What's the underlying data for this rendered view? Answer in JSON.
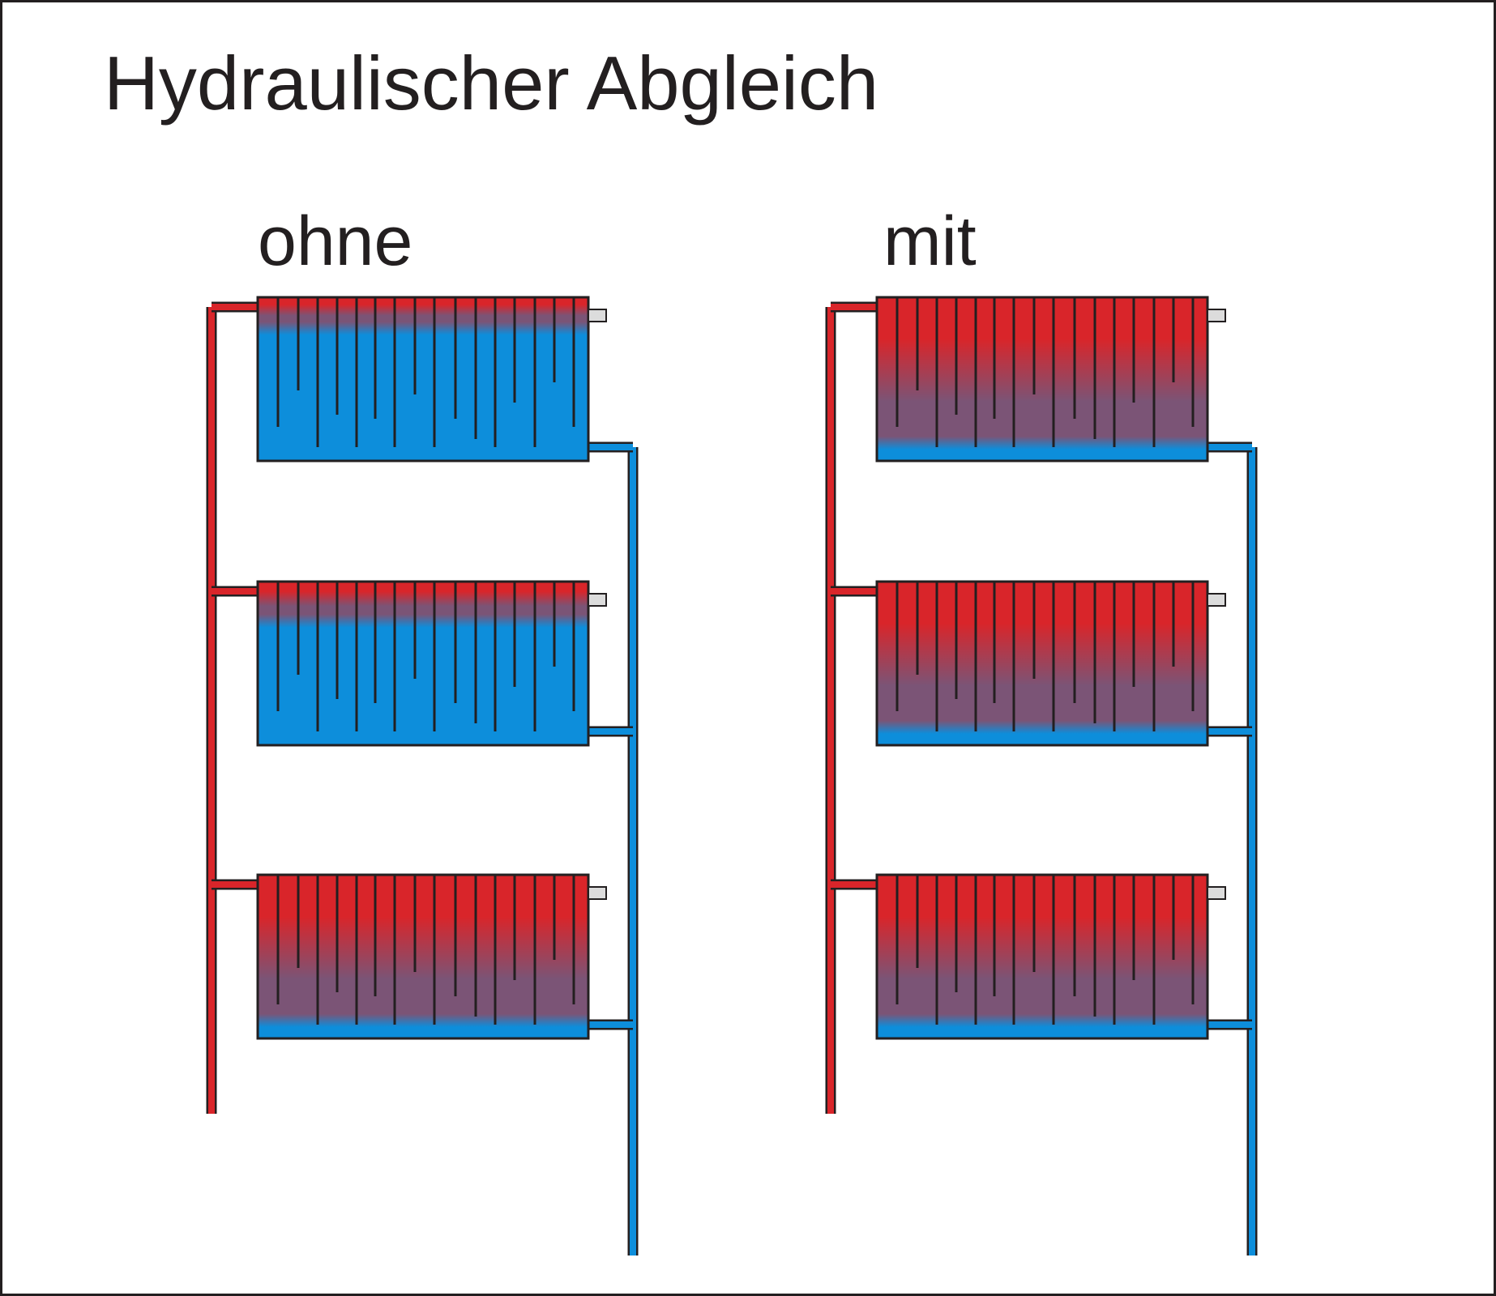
{
  "title": "Hydraulischer Abgleich",
  "colors": {
    "hot": "#d9252a",
    "cold": "#0d8edb",
    "mixed": "#7b5476",
    "outline": "#231f20",
    "valve": "#dcdcdc"
  },
  "panels": [
    {
      "label": "ohne",
      "radiators": [
        {
          "heated_fraction": 0.15
        },
        {
          "heated_fraction": 0.2
        },
        {
          "heated_fraction": 0.85
        }
      ]
    },
    {
      "label": "mit",
      "radiators": [
        {
          "heated_fraction": 0.85
        },
        {
          "heated_fraction": 0.85
        },
        {
          "heated_fraction": 0.85
        }
      ]
    }
  ]
}
